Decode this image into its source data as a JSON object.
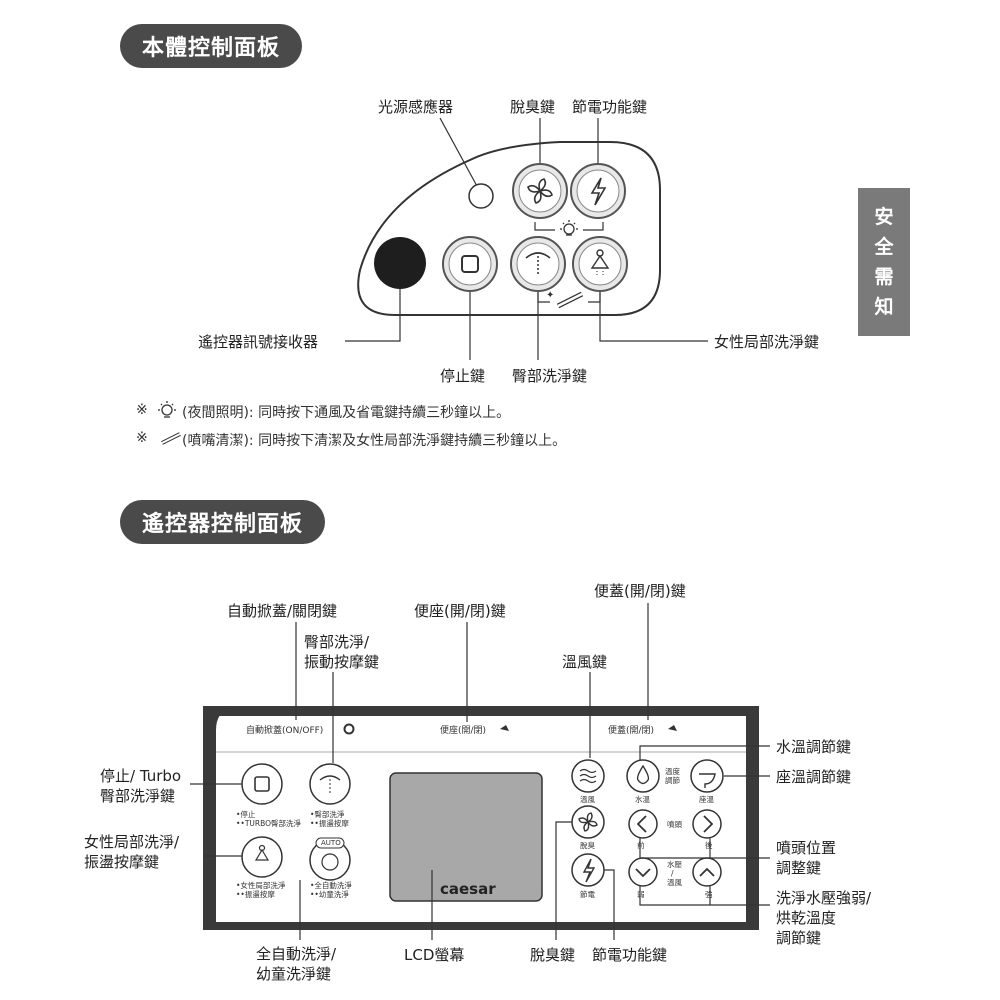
{
  "section1": {
    "title": "本體控制面板",
    "labels": {
      "light_sensor": "光源感應器",
      "deodorize": "脫臭鍵",
      "power_save": "節電功能鍵",
      "remote_receiver": "遙控器訊號接收器",
      "stop": "停止鍵",
      "hip_wash": "臀部洗淨鍵",
      "female_wash": "女性局部洗淨鍵"
    },
    "notes": [
      {
        "mark": "※",
        "text": "(夜間照明): 同時按下通風及省電鍵持續三秒鐘以上。"
      },
      {
        "mark": "※",
        "text": "(噴嘴清潔): 同時按下清潔及女性局部洗淨鍵持續三秒鐘以上。"
      }
    ]
  },
  "side_tab": [
    "安",
    "全",
    "需",
    "知"
  ],
  "section2": {
    "title": "遙控器控制面板",
    "labels": {
      "auto_lid": "自動掀蓋/關閉鍵",
      "seat": "便座(開/閉)鍵",
      "lid": "便蓋(開/閉)鍵",
      "hip_massage_1": "臀部洗淨/",
      "hip_massage_2": "振動按摩鍵",
      "warm_air": "溫風鍵",
      "water_temp": "水溫調節鍵",
      "seat_temp": "座溫調節鍵",
      "stop_turbo_1": "停止/ Turbo",
      "stop_turbo_2": "臀部洗淨鍵",
      "female_massage_1": "女性局部洗淨/",
      "female_massage_2": "振盪按摩鍵",
      "nozzle_1": "噴頭位置",
      "nozzle_2": "調整鍵",
      "pressure_1": "洗淨水壓強弱/",
      "pressure_2": "烘乾溫度",
      "pressure_3": "調節鍵",
      "full_auto_1": "全自動洗淨/",
      "full_auto_2": "幼童洗淨鍵",
      "lcd": "LCD螢幕",
      "deodorize": "脫臭鍵",
      "power_save": "節電功能鍵"
    },
    "panel": {
      "auto_lid": "自動掀蓋(ON/OFF)",
      "seat": "便座(開/閉)",
      "lid": "便蓋(開/閉)",
      "brand": "caesar",
      "stop_sub_1": "•停止",
      "stop_sub_2": "••TURBO臀部洗淨",
      "hip_sub_1": "•臀部洗淨",
      "hip_sub_2": "••振盪按摩",
      "female_sub_1": "•女性局部洗淨",
      "female_sub_2": "••振盪按摩",
      "auto_sub_1": "•全自動洗淨",
      "auto_sub_2": "••幼童洗淨",
      "auto_badge": "AUTO",
      "warm": "溫風",
      "water": "水溫",
      "temp_adj_1": "溫度",
      "temp_adj_2": "調節",
      "seat_temp": "座溫",
      "deo": "脫臭",
      "nozzle": "噴頭",
      "front": "前",
      "back": "後",
      "power": "節電",
      "water_pressure_1": "水壓",
      "water_pressure_2": "/",
      "water_pressure_3": "溫風",
      "weak": "弱",
      "strong": "強"
    }
  }
}
